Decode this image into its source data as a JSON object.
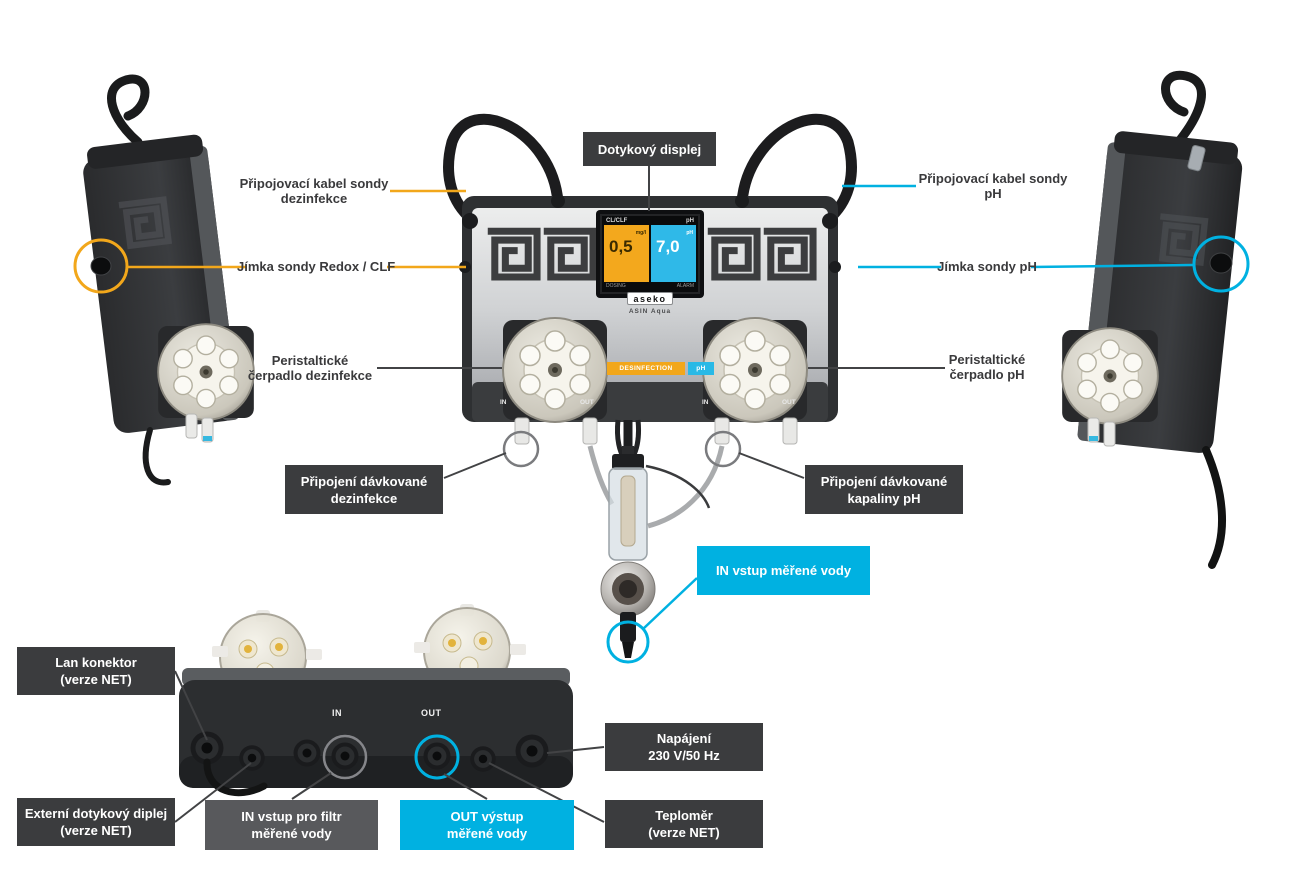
{
  "colors": {
    "accent_yellow": "#F2A71B",
    "accent_cyan": "#00B1E1",
    "callout_dark": "#3B3C3E",
    "callout_gray": "#58595C",
    "label_text": "#3A3A3C"
  },
  "callouts": {
    "display": "Dotykový displej",
    "probe_cable_disinfection": {
      "line1": "Připojovací kabel sondy",
      "line2": "dezinfekce"
    },
    "probe_well_redox": "Jímka sondy Redox / CLF",
    "pump_disinfection": {
      "line1": "Peristaltické",
      "line2": "čerpadlo dezinfekce"
    },
    "dosing_disinfection": {
      "line1": "Připojení dávkované",
      "line2": "dezinfekce"
    },
    "probe_cable_ph": {
      "line1": "Připojovací kabel sondy",
      "line2": "pH"
    },
    "probe_well_ph": "Jímka sondy pH",
    "pump_ph": {
      "line1": "Peristaltické",
      "line2": "čerpadlo pH"
    },
    "dosing_ph": {
      "line1": "Připojení dávkované",
      "line2": "kapaliny pH"
    },
    "water_in": {
      "bold": "IN",
      "text": "vstup měřené vody"
    },
    "lan": {
      "line1": "Lan konektor",
      "line2": "(verze NET)"
    },
    "external_display": {
      "line1": "Externí dotykový diplej",
      "line2": "(verze NET)"
    },
    "filter_in": {
      "bold": "IN",
      "line1": "vstup pro filtr",
      "line2": "měřené vody"
    },
    "water_out": {
      "bold": "OUT",
      "line1": "výstup",
      "line2": "měřené vody"
    },
    "power": {
      "line1": "Napájení",
      "line2": "230 V/50 Hz"
    },
    "thermometer": {
      "line1": "Teploměr",
      "line2": "(verze NET)"
    }
  },
  "device": {
    "brand": "aseko",
    "model": "ASIN Aqua",
    "display": {
      "header_left": "CL/CLF",
      "header_right": "pH",
      "left_value": "0,5",
      "left_unit": "mg/l",
      "right_value": "7,0",
      "right_unit": "pH",
      "footer_left": "DOSING",
      "footer_right": "ALARM"
    },
    "pump_strip": {
      "left": "DESINFECTION",
      "right": "pH"
    },
    "ports": {
      "in": "IN",
      "out": "OUT"
    }
  }
}
